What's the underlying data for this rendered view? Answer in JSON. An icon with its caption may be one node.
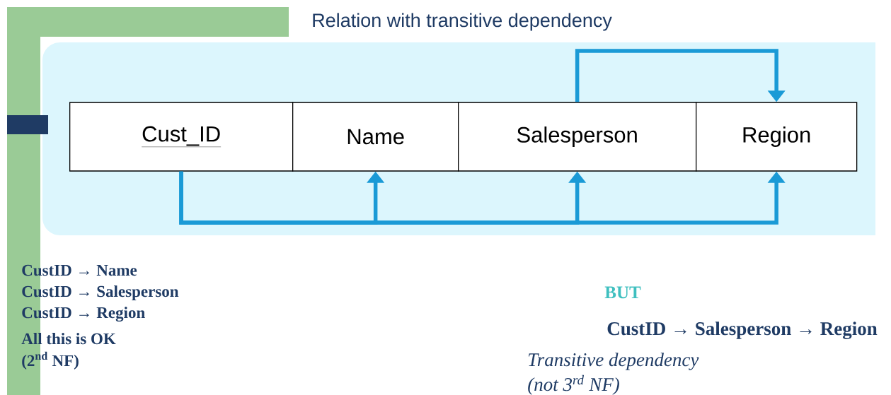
{
  "diagram": {
    "title": "Relation with transitive dependency",
    "nodes": [
      {
        "text": [
          "Cust_ID"
        ]
      },
      {
        "text": [
          "Name"
        ]
      },
      {
        "text": [
          "Salesperson"
        ]
      },
      {
        "text": [
          "Region"
        ]
      }
    ],
    "edges": [
      {
        "from": 0,
        "to": 1,
        "arrow": "to"
      },
      {
        "from": 0,
        "to": 2,
        "arrow": "to"
      },
      {
        "from": 0,
        "to": 3,
        "arrow": "to"
      },
      {
        "from": 2,
        "to": 3,
        "arrow": "to"
      }
    ],
    "labels": [
      "CustID → Name",
      "CustID → Salesperson",
      "CustID → Region",
      "All this is OK",
      "(2$^{nd}$ NF)",
      "BUT",
      "CustID → Salesperson → Region",
      "Transitive dependency",
      "(not 3$^{rd}$ NF)"
    ]
  }
}
